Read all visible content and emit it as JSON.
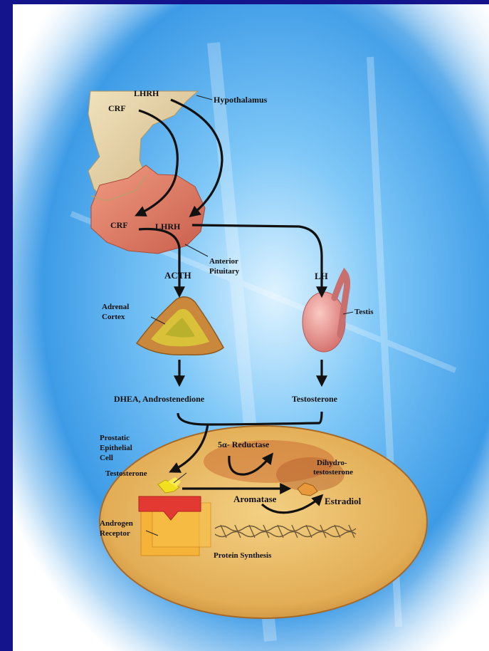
{
  "labels": {
    "lhrh_top": "LHRH",
    "crf_top": "CRF",
    "hypothalamus": "Hypothalamus",
    "crf_pit": "CRF",
    "lhrh_pit": "LHRH",
    "anterior_1": "Anterior",
    "anterior_2": "Pituitary",
    "acth": "ACTH",
    "lh": "LH",
    "adrenal_1": "Adrenal",
    "adrenal_2": "Cortex",
    "testis": "Testis",
    "dhea": "DHEA, Androstenedione",
    "testosterone": "Testosterone",
    "prostatic_1": "Prostatic",
    "prostatic_2": "Epithelial",
    "prostatic_3": "Cell",
    "cell_testosterone": "Testosterone",
    "reductase": "5α- Reductase",
    "dihydro_1": "Dihydro-",
    "dihydro_2": "testosterone",
    "aromatase": "Aromatase",
    "estradiol": "Estradiol",
    "androgen_1": "Androgen",
    "androgen_2": "Receptor",
    "protein_synthesis": "Protein Synthesis"
  },
  "colors": {
    "frame": "#14148c",
    "background_blue": "#4aa8ee",
    "hypothalamus": "#e3cfa3",
    "pituitary": "#df7a66",
    "adrenal_outer": "#c98a3b",
    "adrenal_inner": "#d9c23a",
    "testis": "#ee9a96",
    "cell": "#e8b860",
    "receptor": "#e23a33",
    "hormone_dot": "#f2df20",
    "arrow": "#111111"
  },
  "icons": {
    "dna": "dna-helix-icon"
  }
}
